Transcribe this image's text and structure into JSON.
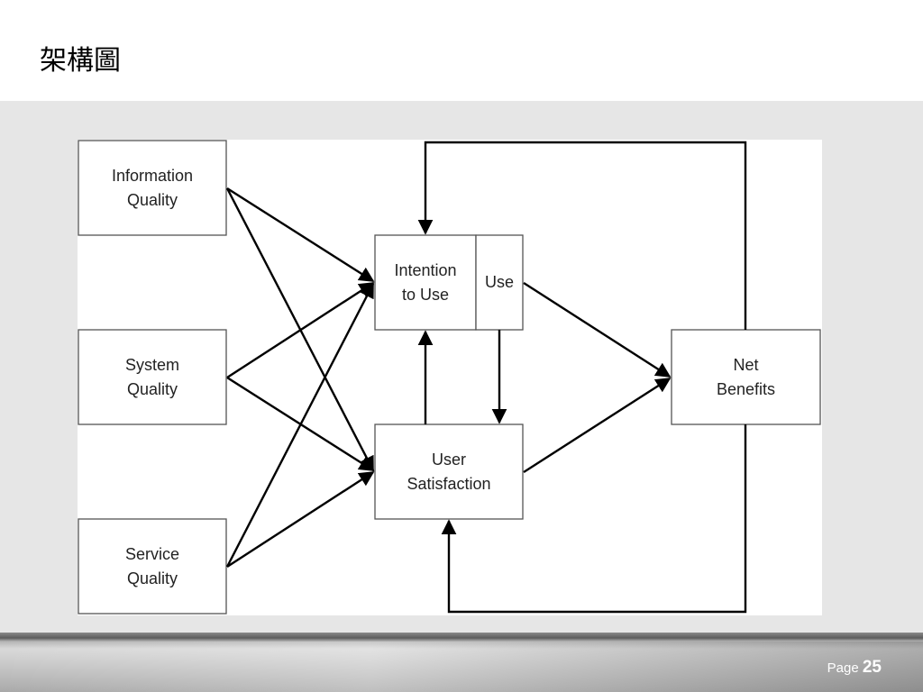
{
  "slide": {
    "title": "架構圖"
  },
  "diagram": {
    "nodes": {
      "information_quality": "Information\nQuality",
      "system_quality": "System\nQuality",
      "service_quality": "Service\nQuality",
      "intention_to_use": "Intention\nto Use",
      "use": "Use",
      "user_satisfaction": "User\nSatisfaction",
      "net_benefits": "Net\nBenefits"
    },
    "edges": [
      {
        "from": "Information Quality",
        "to": "Intention to Use"
      },
      {
        "from": "Information Quality",
        "to": "User Satisfaction"
      },
      {
        "from": "System Quality",
        "to": "Intention to Use"
      },
      {
        "from": "System Quality",
        "to": "User Satisfaction"
      },
      {
        "from": "Service Quality",
        "to": "Intention to Use"
      },
      {
        "from": "Service Quality",
        "to": "User Satisfaction"
      },
      {
        "from": "Use",
        "to": "Net Benefits"
      },
      {
        "from": "User Satisfaction",
        "to": "Net Benefits"
      },
      {
        "from": "Use",
        "to": "User Satisfaction"
      },
      {
        "from": "User Satisfaction",
        "to": "Intention to Use"
      },
      {
        "from": "Net Benefits",
        "to": "Intention to Use"
      },
      {
        "from": "Net Benefits",
        "to": "User Satisfaction"
      }
    ]
  },
  "footer": {
    "page_label": "Page",
    "page_number": "25"
  }
}
